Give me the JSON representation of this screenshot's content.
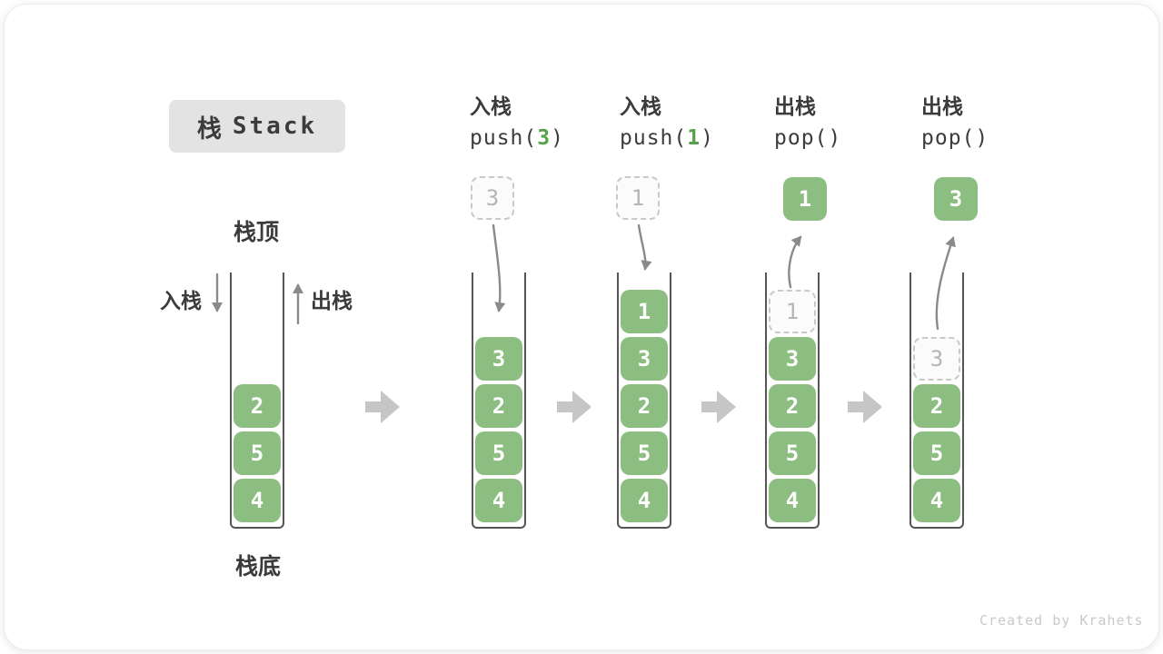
{
  "title": {
    "cjk": "栈",
    "en": "Stack"
  },
  "labels": {
    "stack_top": "栈顶",
    "stack_bottom": "栈底",
    "push_side": "入栈",
    "pop_side": "出栈"
  },
  "columns": [
    {
      "op": "入栈",
      "code_pre": "push(",
      "code_arg": "3",
      "code_post": ")",
      "float": {
        "value": "3",
        "style": "dashed"
      }
    },
    {
      "op": "入栈",
      "code_pre": "push(",
      "code_arg": "1",
      "code_post": ")",
      "float": {
        "value": "1",
        "style": "dashed"
      }
    },
    {
      "op": "出栈",
      "code_pre": "pop(",
      "code_arg": "",
      "code_post": ")",
      "float": {
        "value": "1",
        "style": "solid"
      }
    },
    {
      "op": "出栈",
      "code_pre": "pop(",
      "code_arg": "",
      "code_post": ")",
      "float": {
        "value": "3",
        "style": "solid"
      }
    }
  ],
  "stacks": [
    {
      "items": [
        "2",
        "5",
        "4"
      ]
    },
    {
      "items": [
        "3",
        "2",
        "5",
        "4"
      ]
    },
    {
      "items": [
        "1",
        "3",
        "2",
        "5",
        "4"
      ]
    },
    {
      "ghost": "1",
      "items": [
        "3",
        "2",
        "5",
        "4"
      ]
    },
    {
      "ghost": "3",
      "items": [
        "2",
        "5",
        "4"
      ]
    }
  ],
  "watermark": "Created by Krahets",
  "colors": {
    "cell_green": "#8DBE81",
    "code_arg_green": "#56A14B",
    "thin_arrow_gray": "#8A8A8A",
    "block_arrow_gray": "#C6C6C6",
    "ghost_border_gray": "#C9C9C9",
    "title_bg_gray": "#E3E3E3",
    "text_dark": "#3B3B3B"
  }
}
